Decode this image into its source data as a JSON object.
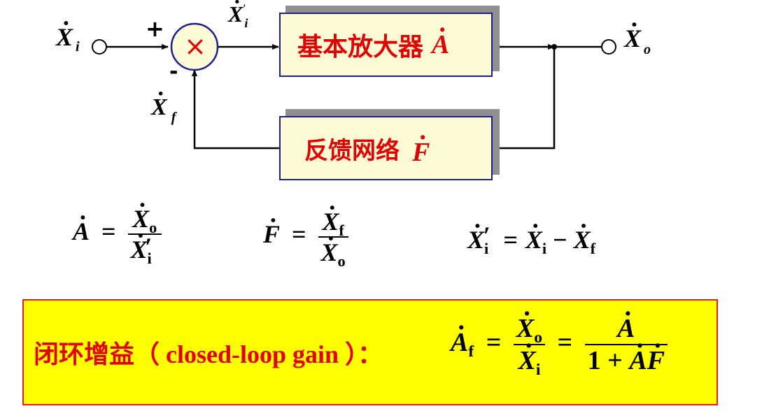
{
  "diagram": {
    "input_symbol": "X",
    "input_sub": "i",
    "sum_plus": "+",
    "sum_minus": "-",
    "sum_glyph": "×",
    "error_symbol": "X",
    "error_sub": "i",
    "error_prime": "'",
    "feedback_symbol": "X",
    "feedback_sub": "f",
    "output_symbol": "X",
    "output_sub": "o",
    "amp_label": "基本放大器",
    "amp_symbol": "A",
    "fb_label": "反馈网络",
    "fb_symbol": "F"
  },
  "formulas": {
    "A": "A",
    "F": "F",
    "X": "X",
    "eq": "=",
    "minus": "−",
    "sub_o": "o",
    "sub_i": "i",
    "sub_f": "f",
    "prime": "′"
  },
  "closed_loop": {
    "label": "闭环增益（ closed-loop gain ）：",
    "A": "A",
    "sub_f": "f",
    "eq": "=",
    "X": "X",
    "sub_o": "o",
    "sub_i": "i",
    "one_plus": "1 + ",
    "F": "F"
  },
  "colors": {
    "box_fill": "#fbfbd6",
    "box_border": "#1e1e8c",
    "label_red": "#e00000",
    "panel_fill": "#ffff00"
  }
}
